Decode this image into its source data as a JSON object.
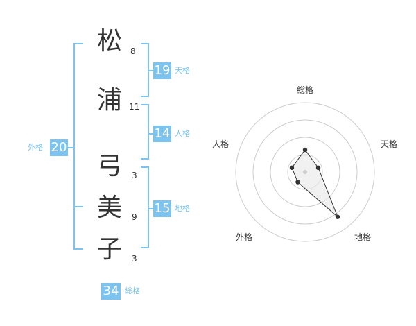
{
  "name": {
    "chars": [
      {
        "char": "松",
        "strokes": "8"
      },
      {
        "char": "浦",
        "strokes": "11"
      },
      {
        "char": "弓",
        "strokes": "3"
      },
      {
        "char": "美",
        "strokes": "9"
      },
      {
        "char": "子",
        "strokes": "3"
      }
    ]
  },
  "kakusu": {
    "tenkaku": {
      "value": "19",
      "label": "天格"
    },
    "jinkaku": {
      "value": "14",
      "label": "人格"
    },
    "chikaku": {
      "value": "15",
      "label": "地格"
    },
    "gaikaku": {
      "value": "20",
      "label": "外格"
    },
    "soukaku": {
      "value": "34",
      "label": "総格"
    }
  },
  "radar": {
    "axes": [
      "総格",
      "天格",
      "地格",
      "外格",
      "人格"
    ],
    "rings": 4,
    "values": [
      1.6,
      1.0,
      4.0,
      0.9,
      1.0
    ],
    "max": 5,
    "colors": {
      "accent": "#7cc3ef",
      "fill": "#e8e8e8",
      "stroke": "#333333",
      "ring": "#cccccc"
    }
  }
}
